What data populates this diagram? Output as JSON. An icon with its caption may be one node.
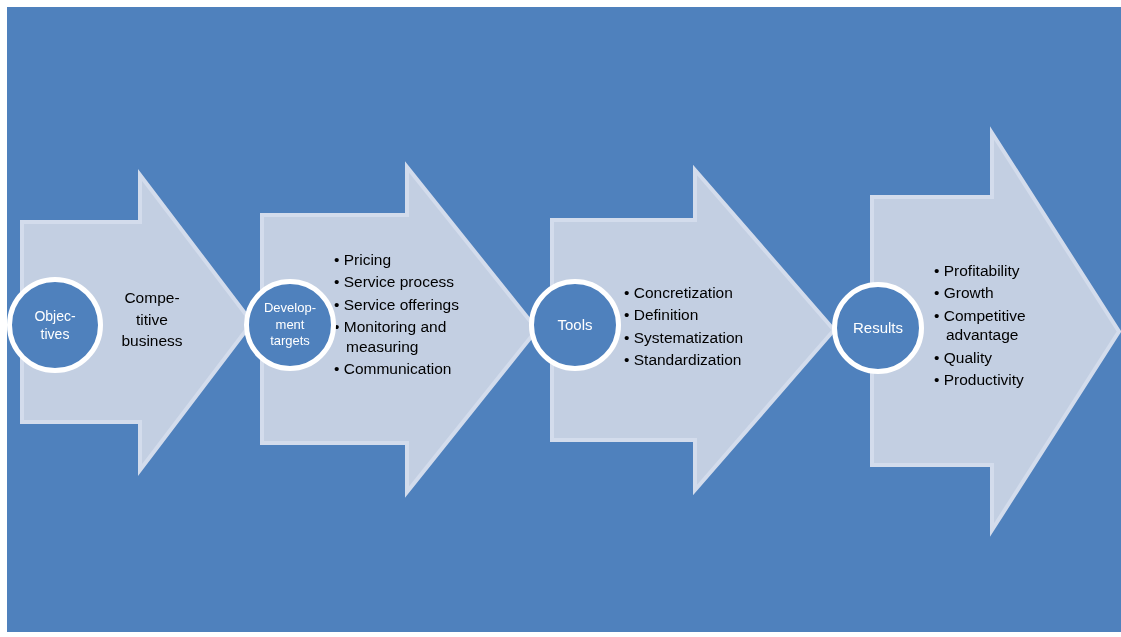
{
  "diagram": {
    "nodes": [
      {
        "text": [
          "Compe-titive business"
        ]
      },
      {
        "text": [
          "Objec-tives"
        ]
      },
      {
        "text": [
          "• Pricing",
          "• Service process",
          "• Service offerings",
          "• Monitoring and measuring",
          "• Communication"
        ]
      },
      {
        "text": [
          "Develop-ment targets"
        ]
      },
      {
        "text": [
          "• Concretization",
          "• Definition",
          "• Systematization",
          "• Standardization"
        ]
      },
      {
        "text": [
          "Tools"
        ]
      },
      {
        "text": [
          "• Profitability",
          "• Growth",
          "• Competitive advantage",
          "• Quality",
          "• Productivity"
        ]
      },
      {
        "text": [
          "Results"
        ]
      }
    ],
    "edges": []
  }
}
